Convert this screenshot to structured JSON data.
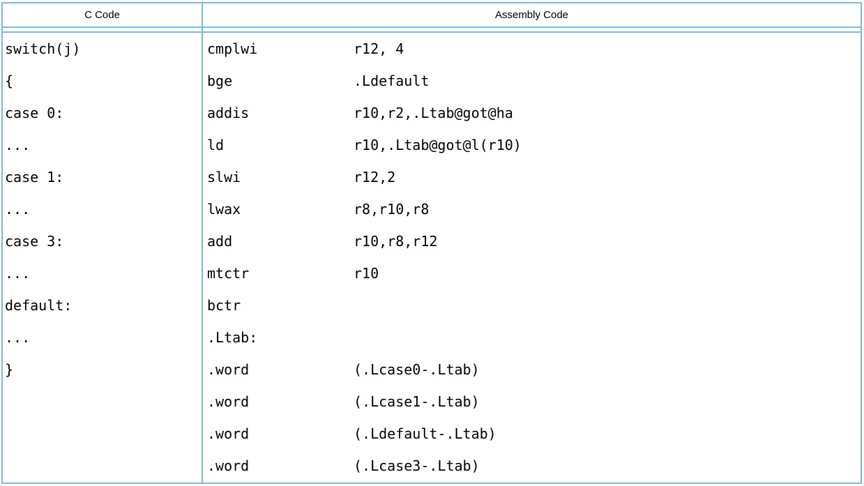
{
  "header": {
    "c_code": "C Code",
    "assembly_code": "Assembly Code"
  },
  "colors": {
    "border": "#77b9ef",
    "text": "#000000",
    "background": "#ffffff"
  },
  "rows": [
    {
      "c": "switch(j)",
      "mnemonic": "cmplwi",
      "operands": "r12, 4"
    },
    {
      "c": "{",
      "mnemonic": "bge",
      "operands": ".Ldefault"
    },
    {
      "c": "case 0:",
      "mnemonic": "addis",
      "operands": "r10,r2,.Ltab@got@ha"
    },
    {
      "c": "...",
      "mnemonic": "ld",
      "operands": "r10,.Ltab@got@l(r10)"
    },
    {
      "c": "case 1:",
      "mnemonic": "slwi",
      "operands": "r12,2"
    },
    {
      "c": "...",
      "mnemonic": "lwax",
      "operands": "r8,r10,r8"
    },
    {
      "c": "case 3:",
      "mnemonic": "add",
      "operands": "r10,r8,r12"
    },
    {
      "c": "...",
      "mnemonic": "mtctr",
      "operands": "r10"
    },
    {
      "c": "default:",
      "mnemonic": "bctr",
      "operands": ""
    },
    {
      "c": "...",
      "mnemonic": ".Ltab:",
      "operands": ""
    },
    {
      "c": "}",
      "mnemonic": ".word",
      "operands": "(.Lcase0-.Ltab)"
    },
    {
      "c": "",
      "mnemonic": ".word",
      "operands": "(.Lcase1-.Ltab)"
    },
    {
      "c": "",
      "mnemonic": ".word",
      "operands": "(.Ldefault-.Ltab)"
    },
    {
      "c": "",
      "mnemonic": ".word",
      "operands": "(.Lcase3-.Ltab)"
    }
  ]
}
